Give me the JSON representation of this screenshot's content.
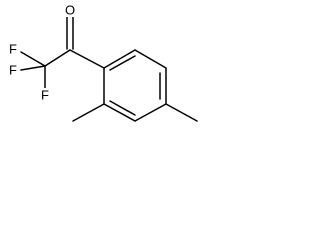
{
  "molecule": {
    "atoms": {
      "oxygen": "O",
      "fluorine_1": "F",
      "fluorine_2": "F",
      "fluorine_3": "F"
    }
  }
}
